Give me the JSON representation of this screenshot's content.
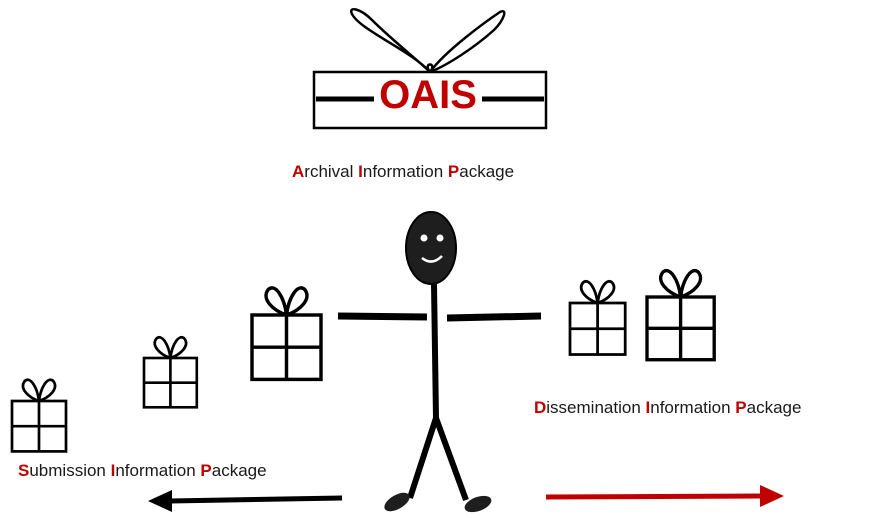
{
  "diagram": {
    "logo": {
      "text": "OAIS",
      "accent_color": "#c00000"
    },
    "labels": {
      "aip": {
        "parts": [
          {
            "init": "A",
            "rest": "rchival "
          },
          {
            "init": "I",
            "rest": "nformation "
          },
          {
            "init": "P",
            "rest": "ackage"
          }
        ]
      },
      "dip": {
        "parts": [
          {
            "init": "D",
            "rest": "issemination "
          },
          {
            "init": "I",
            "rest": "nformation "
          },
          {
            "init": "P",
            "rest": "ackage"
          }
        ]
      },
      "sip": {
        "parts": [
          {
            "init": "S",
            "rest": "ubmission "
          },
          {
            "init": "I",
            "rest": "nformation "
          },
          {
            "init": "P",
            "rest": "ackage"
          }
        ]
      }
    },
    "arrows": {
      "left": {
        "color": "#000000"
      },
      "right": {
        "color": "#c00000"
      }
    },
    "icons": [
      "gift-box-icon",
      "stick-figure-icon",
      "smiley-face-icon",
      "arrow-left-icon",
      "arrow-right-icon"
    ]
  }
}
